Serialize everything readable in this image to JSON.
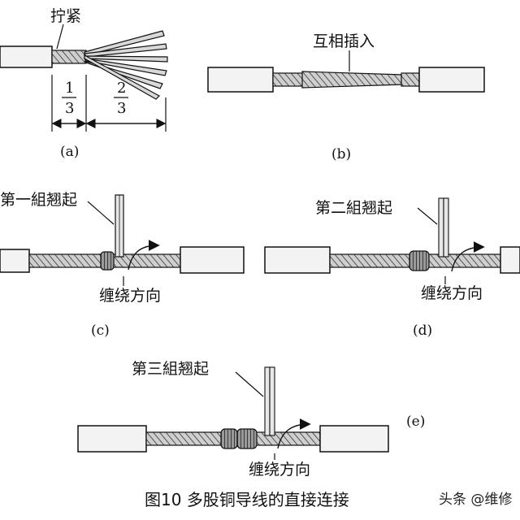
{
  "panels": {
    "a": {
      "label": "(a)",
      "twist_label": "拧紧",
      "fraction_1": {
        "num": "1",
        "den": "3"
      },
      "fraction_2": {
        "num": "2",
        "den": "3"
      }
    },
    "b": {
      "label": "(b)",
      "insert_label": "互相插入"
    },
    "c": {
      "label": "(c)",
      "raise_label": "第一組翘起",
      "direction_label": "缠绕方向"
    },
    "d": {
      "label": "(d)",
      "raise_label": "第二組翘起",
      "direction_label": "缠绕方向"
    },
    "e": {
      "label": "(e)",
      "raise_label": "第三組翘起",
      "direction_label": "缠绕方向"
    }
  },
  "caption": "图10  多股铜导线的直接连接",
  "watermark": "头条 @维修"
}
